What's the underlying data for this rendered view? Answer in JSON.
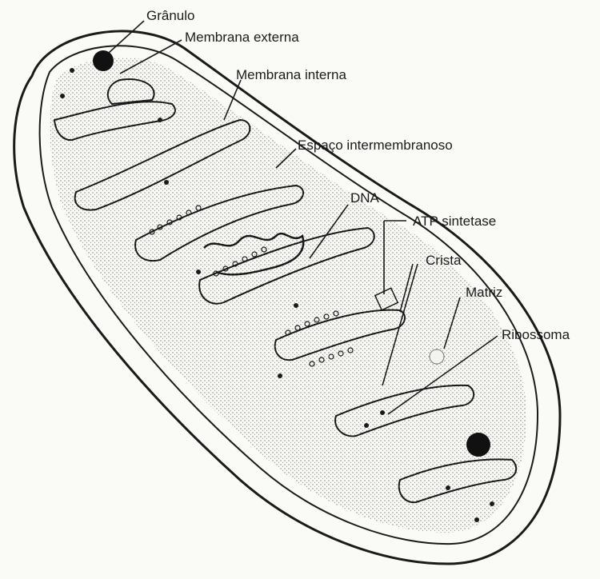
{
  "diagram": {
    "labels": {
      "granulo": "Grânulo",
      "membrana_externa": "Membrana externa",
      "membrana_interna": "Membrana interna",
      "espaco_intermembranoso": "Espaço intermembranoso",
      "dna": "DNA",
      "atp_sintetase": "ATP sintetase",
      "crista": "Crista",
      "matriz": "Matriz",
      "ribossoma": "Ribossoma"
    }
  }
}
